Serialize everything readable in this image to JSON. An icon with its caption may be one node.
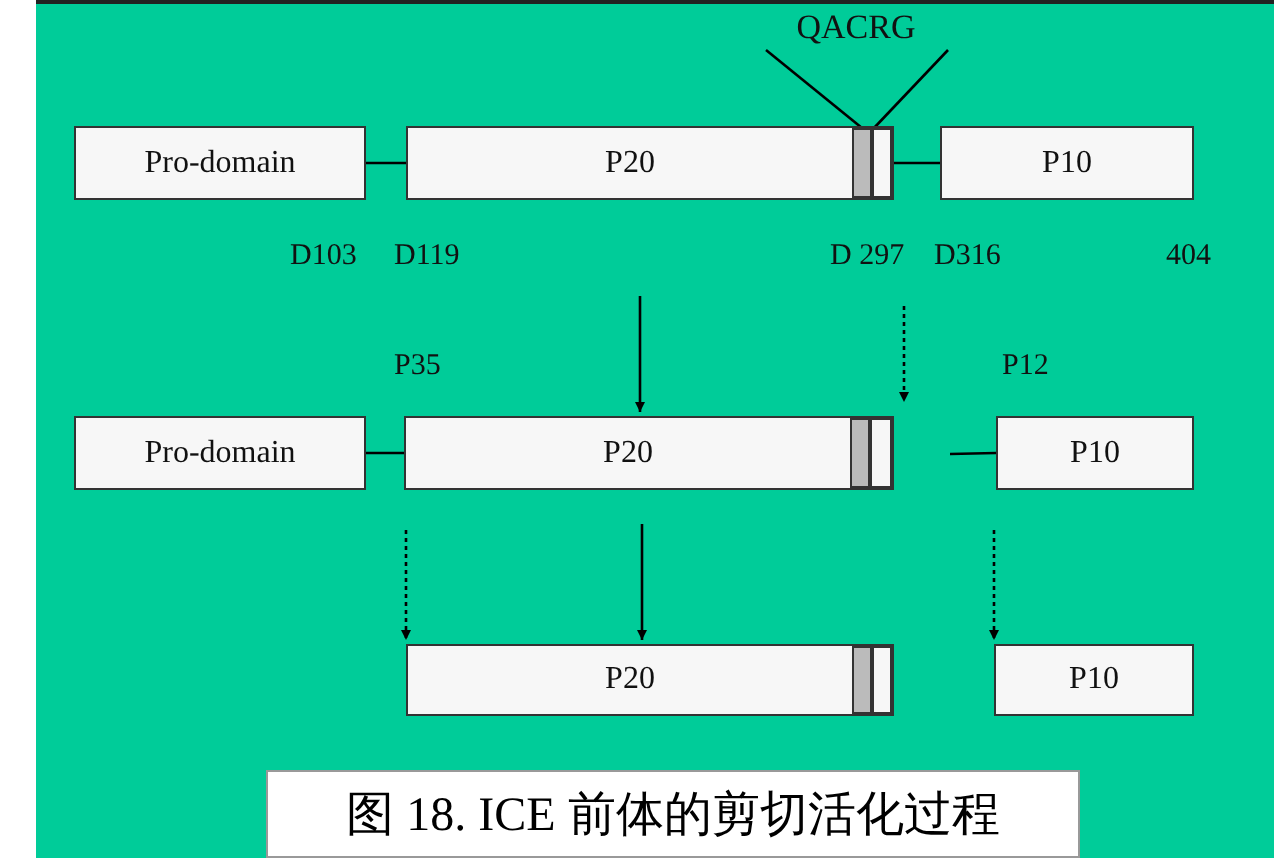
{
  "diagram": {
    "caption": "图 18. ICE 前体的剪切活化过程",
    "nodes": [
      {
        "text": [
          "QACRG"
        ]
      },
      {
        "text": [
          "Pro-domain"
        ]
      },
      {
        "text": [
          "P20"
        ]
      },
      {
        "text": [],
        "shape": "bar",
        "in": 2
      },
      {
        "text": [],
        "shape": "box",
        "in": 2
      },
      {
        "text": [
          "P10"
        ]
      },
      {
        "text": [
          "Pro-domain"
        ]
      },
      {
        "text": [
          "P20"
        ]
      },
      {
        "text": [],
        "shape": "bar",
        "in": 7
      },
      {
        "text": [],
        "shape": "box",
        "in": 7
      },
      {
        "text": [
          "P10"
        ]
      },
      {
        "text": [
          "P20"
        ]
      },
      {
        "text": [],
        "shape": "bar",
        "in": 11
      },
      {
        "text": [],
        "shape": "box",
        "in": 11
      },
      {
        "text": [
          "P10"
        ]
      }
    ],
    "edges": [
      {
        "from": 0,
        "to": 3,
        "arrow": "none"
      },
      {
        "from": 0,
        "to": 4,
        "arrow": "none"
      },
      {
        "from": 1,
        "to": 2,
        "arrow": "none"
      },
      {
        "from": 2,
        "to": 5,
        "arrow": "none"
      },
      {
        "from": 2,
        "to": 7,
        "arrow": "to"
      },
      {
        "from": null,
        "to": 7,
        "arrow": "to",
        "style": "dashed"
      },
      {
        "from": 6,
        "to": 7,
        "arrow": "none"
      },
      {
        "from": null,
        "to": 10,
        "arrow": "none"
      },
      {
        "from": null,
        "to": 11,
        "arrow": "to",
        "style": "dashed"
      },
      {
        "from": 7,
        "to": 11,
        "arrow": "to"
      },
      {
        "from": null,
        "to": 14,
        "arrow": "to",
        "style": "dashed"
      }
    ],
    "labels": [
      "D103",
      "D119",
      "D 297",
      "D316",
      "404",
      "P35",
      "P12"
    ]
  }
}
